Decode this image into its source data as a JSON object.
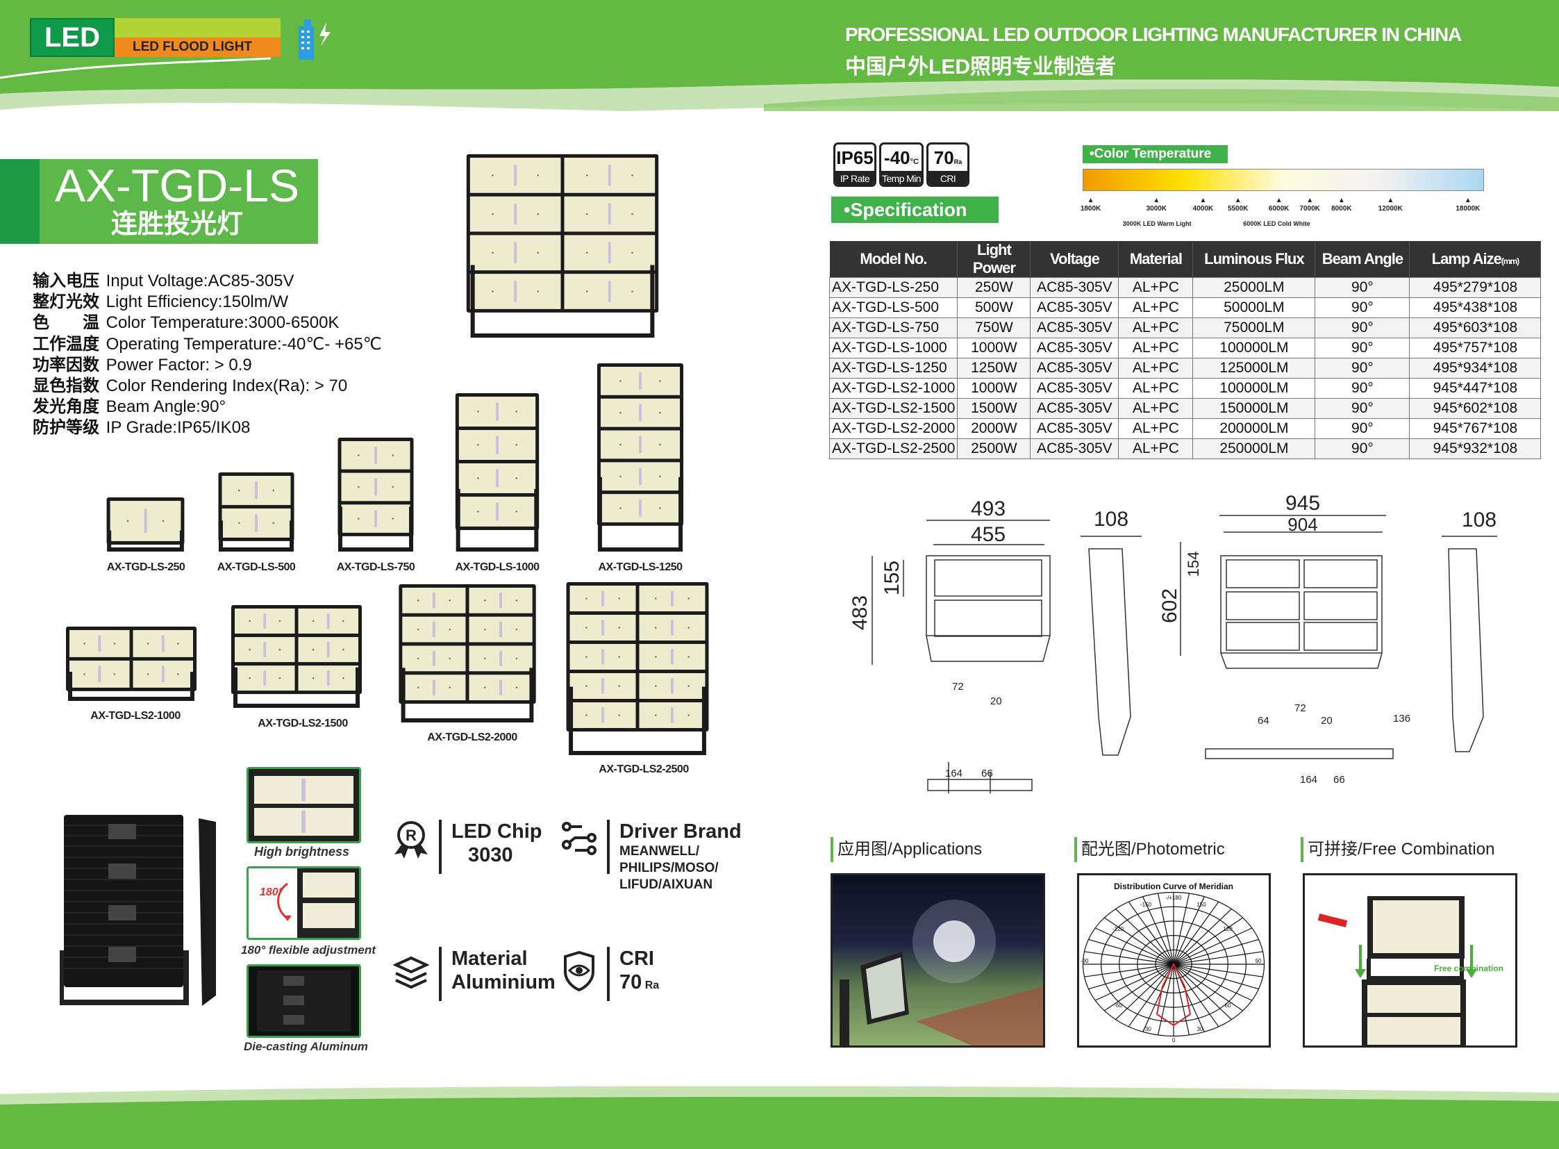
{
  "header": {
    "logo_led": "LED",
    "logo_subtitle": "LED FLOOD LIGHT",
    "tagline_en": "PROFESSIONAL LED OUTDOOR LIGHTING MANUFACTURER IN CHINA",
    "tagline_cn": "中国户外LED照明专业制造者"
  },
  "product": {
    "model": "AX-TGD-LS",
    "name_cn": "连胜投光灯"
  },
  "specs": [
    {
      "cn": "输入电压",
      "en": "Input Voltage:AC85-305V"
    },
    {
      "cn": "整灯光效",
      "en": "Light Efficiency:150lm/W"
    },
    {
      "cn": "色　　温",
      "en": "Color Temperature:3000-6500K"
    },
    {
      "cn": "工作温度",
      "en": "Operating Temperature:-40℃- +65℃"
    },
    {
      "cn": "功率因数",
      "en": "Power Factor: > 0.9"
    },
    {
      "cn": "显色指数",
      "en": "Color Rendering Index(Ra): > 70"
    },
    {
      "cn": "发光角度",
      "en": "Beam Angle:90°"
    },
    {
      "cn": "防护等级",
      "en": "IP Grade:IP65/IK08"
    }
  ],
  "models": [
    "AX-TGD-LS-250",
    "AX-TGD-LS-500",
    "AX-TGD-LS-750",
    "AX-TGD-LS-1000",
    "AX-TGD-LS-1250",
    "AX-TGD-LS2-1000",
    "AX-TGD-LS2-1500",
    "AX-TGD-LS2-2000",
    "AX-TGD-LS2-2500"
  ],
  "features": {
    "high_brightness": "High brightness",
    "flexible": "180° flexible adjustment",
    "flex_angle": "180°",
    "die_casting": "Die-casting Aluminum",
    "led_chip_title": "LED Chip",
    "led_chip_value": "3030",
    "driver_title": "Driver Brand",
    "driver_lines": [
      "MEANWELL/",
      "PHILIPS/MOSO/",
      "LIFUD/AIXUAN"
    ],
    "material_title": "Material",
    "material_value": "Aluminium",
    "cri_title": "CRI",
    "cri_value": "70",
    "cri_unit": "Ra"
  },
  "badges": [
    {
      "value": "IP65",
      "label": "IP Rate"
    },
    {
      "value": "-40",
      "unit": "°C",
      "label": "Temp Min"
    },
    {
      "value": "70",
      "unit": "Ra",
      "label": "CRI"
    }
  ],
  "specification_label": "•Specification",
  "color_temperature": {
    "label": "•Color Temperature",
    "ticks": [
      "1800K",
      "3000K",
      "4000K",
      "5500K",
      "6000K",
      "7000K",
      "8000K",
      "12000K",
      "18000K"
    ],
    "warm_note": "3000K LED Warm Light",
    "cold_note": "6000K LED Cold White",
    "colors": [
      "#f29a00",
      "#ffe000",
      "#fffbe0",
      "#f1f1f1",
      "#a9d8f2"
    ]
  },
  "table": {
    "headers": [
      "Model No.",
      "Light Power",
      "Voltage",
      "Material",
      "Luminous Flux",
      "Beam Angle",
      "Lamp Aize"
    ],
    "header_unit": "(mm)",
    "rows": [
      [
        "AX-TGD-LS-250",
        "250W",
        "AC85-305V",
        "AL+PC",
        "25000LM",
        "90°",
        "495*279*108"
      ],
      [
        "AX-TGD-LS-500",
        "500W",
        "AC85-305V",
        "AL+PC",
        "50000LM",
        "90°",
        "495*438*108"
      ],
      [
        "AX-TGD-LS-750",
        "750W",
        "AC85-305V",
        "AL+PC",
        "75000LM",
        "90°",
        "495*603*108"
      ],
      [
        "AX-TGD-LS-1000",
        "1000W",
        "AC85-305V",
        "AL+PC",
        "100000LM",
        "90°",
        "495*757*108"
      ],
      [
        "AX-TGD-LS-1250",
        "1250W",
        "AC85-305V",
        "AL+PC",
        "125000LM",
        "90°",
        "495*934*108"
      ],
      [
        "AX-TGD-LS2-1000",
        "1000W",
        "AC85-305V",
        "AL+PC",
        "100000LM",
        "90°",
        "945*447*108"
      ],
      [
        "AX-TGD-LS2-1500",
        "1500W",
        "AC85-305V",
        "AL+PC",
        "150000LM",
        "90°",
        "945*602*108"
      ],
      [
        "AX-TGD-LS2-2000",
        "2000W",
        "AC85-305V",
        "AL+PC",
        "200000LM",
        "90°",
        "945*767*108"
      ],
      [
        "AX-TGD-LS2-2500",
        "2500W",
        "AC85-305V",
        "AL+PC",
        "250000LM",
        "90°",
        "945*932*108"
      ]
    ]
  },
  "dimensions": {
    "single": {
      "width_outer": "493",
      "width_inner": "455",
      "height": "483",
      "module": "155",
      "depth": "108",
      "b72": "72",
      "b20": "20",
      "b164": "164",
      "b66": "66"
    },
    "double": {
      "width_outer": "945",
      "width_inner": "904",
      "height": "602",
      "module": "154",
      "depth": "108",
      "b64": "64",
      "b72": "72",
      "b20": "20",
      "b136": "136",
      "b164": "164",
      "b66": "66"
    }
  },
  "sections": {
    "applications": "应用图/Applications",
    "photometric": "配光图/Photometric",
    "combination": "可拼接/Free Combination",
    "photometric_title": "Distribution Curve of Meridian",
    "photometric_angles": [
      "-/+180",
      "-150",
      "150",
      "-120",
      "120",
      "-90",
      "90",
      "-60",
      "60",
      "-30",
      "30",
      "0"
    ],
    "combination_note": "Free combination"
  }
}
